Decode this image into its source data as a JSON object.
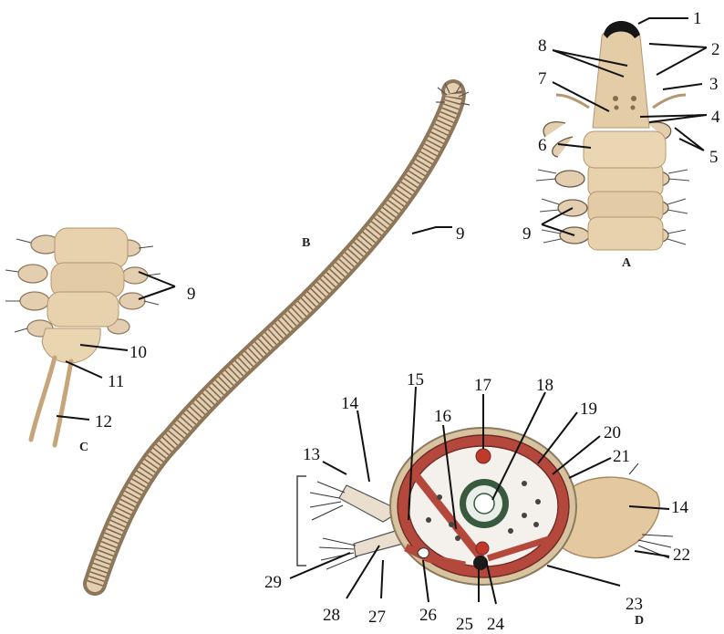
{
  "figure": {
    "panel_letters": [
      "A",
      "B",
      "C",
      "D"
    ],
    "callouts": {
      "A": [
        "1",
        "2",
        "3",
        "4",
        "5",
        "6",
        "7",
        "8",
        "9"
      ],
      "B": [
        "9"
      ],
      "C": [
        "9",
        "10",
        "11",
        "12"
      ],
      "D": [
        "13",
        "14",
        "15",
        "16",
        "17",
        "18",
        "19",
        "20",
        "21",
        "14",
        "22",
        "23",
        "24",
        "25",
        "26",
        "27",
        "28",
        "29"
      ]
    },
    "colors": {
      "body_fill": "#e8d1ad",
      "body_shadow": "#c7a57a",
      "muscle": "#b5483d",
      "cuticle": "#d8c3a0",
      "bristle": "#555555",
      "vessel": "#c0392b",
      "gut_wall": "#3a5a40"
    }
  }
}
